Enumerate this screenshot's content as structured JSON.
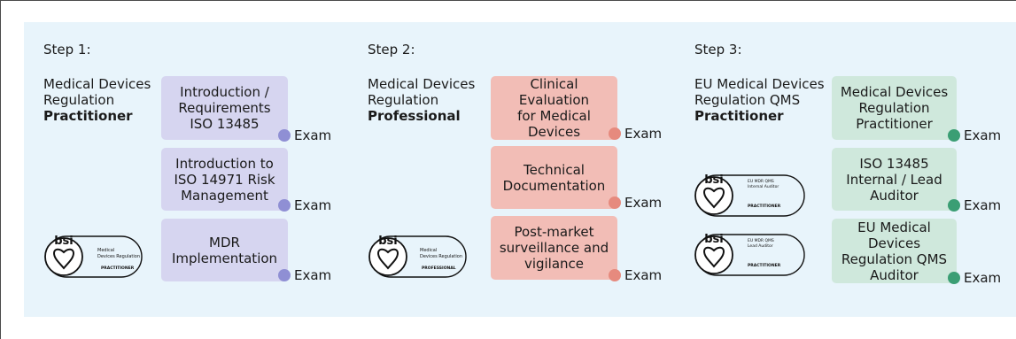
{
  "exam_label": "Exam",
  "badges": {
    "bsi": "bsi",
    "practitioner": "PRACTITIONER",
    "professional": "PROFESSIONAL",
    "mdr_line1": "Medical",
    "mdr_line2": "Devices Regulation",
    "qms_line1": "EU MDR QMS",
    "qms_internal": "Internal Auditor",
    "qms_lead": "Lead Auditor"
  },
  "steps": [
    {
      "title": "Step 1:",
      "program_lines": [
        "Medical Devices",
        "Regulation"
      ],
      "level": "Practitioner",
      "courses": [
        {
          "lines": [
            "Introduction /",
            "Requirements",
            "ISO 13485"
          ]
        },
        {
          "lines": [
            "Introduction to",
            "ISO 14971 Risk",
            "Management"
          ]
        },
        {
          "lines": [
            "MDR",
            "Implementation"
          ]
        }
      ]
    },
    {
      "title": "Step 2:",
      "program_lines": [
        "Medical Devices",
        "Regulation"
      ],
      "level": "Professional",
      "courses": [
        {
          "lines": [
            "Clinical Evaluation",
            "for Medical",
            "Devices"
          ]
        },
        {
          "lines": [
            "Technical",
            "Documentation"
          ]
        },
        {
          "lines": [
            "Post-market",
            "surveillance and",
            "vigilance"
          ]
        }
      ]
    },
    {
      "title": "Step 3:",
      "program_lines": [
        "EU Medical Devices",
        "Regulation QMS"
      ],
      "level": "Practitioner",
      "courses": [
        {
          "lines": [
            "Medical Devices",
            "Regulation",
            "Practitioner"
          ]
        },
        {
          "lines": [
            "ISO 13485",
            "Internal / Lead",
            "Auditor"
          ]
        },
        {
          "lines": [
            "EU Medical Devices",
            "Regulation QMS",
            "Auditor"
          ]
        }
      ]
    }
  ],
  "colors": {
    "panel": "#e8f4fb",
    "step1_box": "#d6d5f0",
    "step1_dot": "#8f8fd4",
    "step2_box": "#f2bdb6",
    "step2_dot": "#e68a7e",
    "step3_box": "#cfe8dc",
    "step3_dot": "#3b9e74"
  }
}
